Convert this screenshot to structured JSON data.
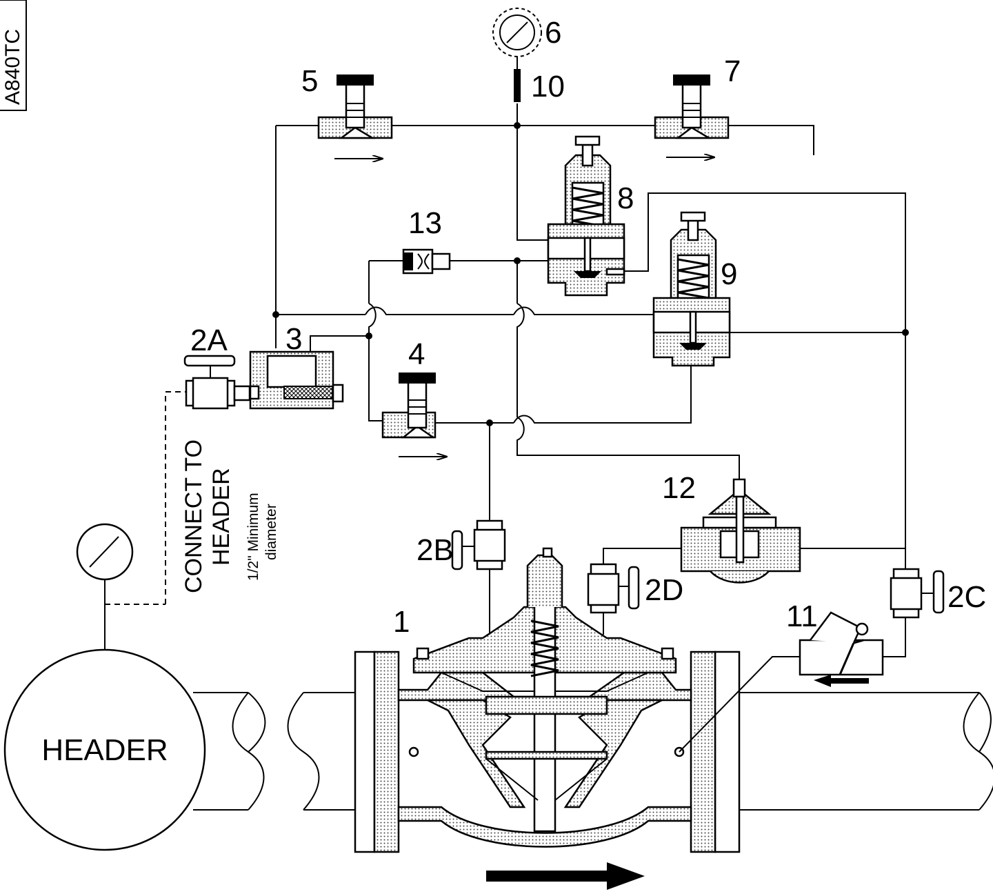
{
  "drawing_code": "A840TC",
  "labels": {
    "l1": "1",
    "l2A": "2A",
    "l2B": "2B",
    "l2C": "2C",
    "l2D": "2D",
    "l3": "3",
    "l4": "4",
    "l5": "5",
    "l6": "6",
    "l7": "7",
    "l8": "8",
    "l9": "9",
    "l10": "10",
    "l11": "11",
    "l12": "12",
    "l13": "13"
  },
  "header_label": "HEADER",
  "connect_line1": "CONNECT TO",
  "connect_line2": "HEADER",
  "note_line1": "1/2\" Minimum",
  "note_line2": "diameter",
  "icons": [
    "pressure-gauge-icon",
    "flow-arrow-icon",
    "needle-valve-icon",
    "ball-valve-icon",
    "filter-icon",
    "pilot-valve-icon",
    "check-valve-icon"
  ]
}
